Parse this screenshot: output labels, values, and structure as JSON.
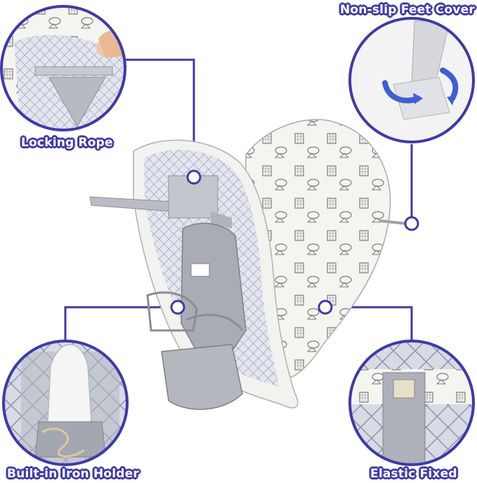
{
  "labels": {
    "non_slip_feet": "Non-slip Feet Cover",
    "locking_rope": "Locking Rope",
    "iron_holder": "Built-in Iron Holder",
    "elastic_fixed": "Elastic Fixed"
  },
  "colors": {
    "accent": "#3f3aa8",
    "mesh": "#9fa6c2",
    "metal": "#b9bcc4",
    "cover": "#f4f4f1",
    "sketch": "#555555"
  }
}
